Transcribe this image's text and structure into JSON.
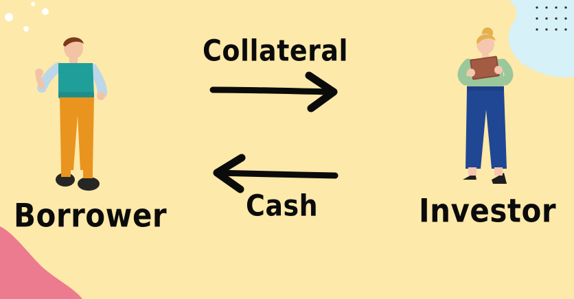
{
  "labels": {
    "collateral": "Collateral",
    "cash": "Cash",
    "borrower": "Borrower",
    "investor": "Investor"
  },
  "icons": {
    "borrower": "person-pointing-icon",
    "investor": "person-reading-icon",
    "collateral_arrow": "arrow-right-icon",
    "cash_arrow": "arrow-left-icon"
  },
  "colors": {
    "background": "#fde9a9",
    "blob_pink": "#ec7b8f",
    "blob_blue": "#d6f1f7",
    "arrow": "#0b0b0b",
    "text": "#0b0b0b"
  }
}
